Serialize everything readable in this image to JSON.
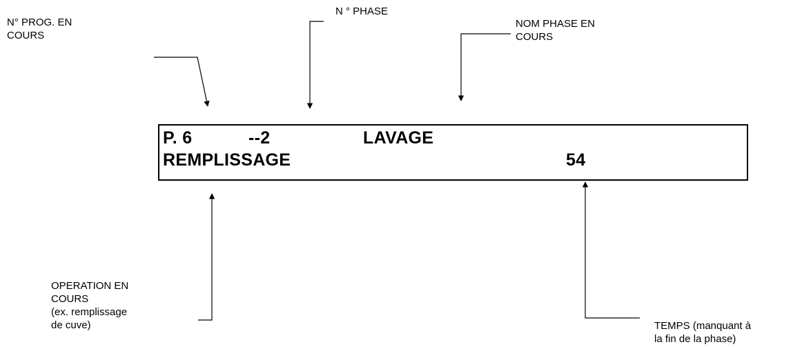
{
  "labels": {
    "prog": [
      "N° PROG. EN",
      "COURS"
    ],
    "phase": [
      "N ° PHASE"
    ],
    "nom_phase": [
      "NOM PHASE  EN",
      "COURS"
    ],
    "operation": [
      "OPERATION EN",
      "COURS",
      "(ex. remplissage",
      "de  cuve)"
    ],
    "temps": [
      "TEMPS (manquant à",
      "la fin de la phase)"
    ]
  },
  "display": {
    "prog": "P. 6",
    "phase_number": "--2",
    "phase_name": "LAVAGE",
    "operation": "REMPLISSAGE",
    "time_remaining": "54"
  }
}
